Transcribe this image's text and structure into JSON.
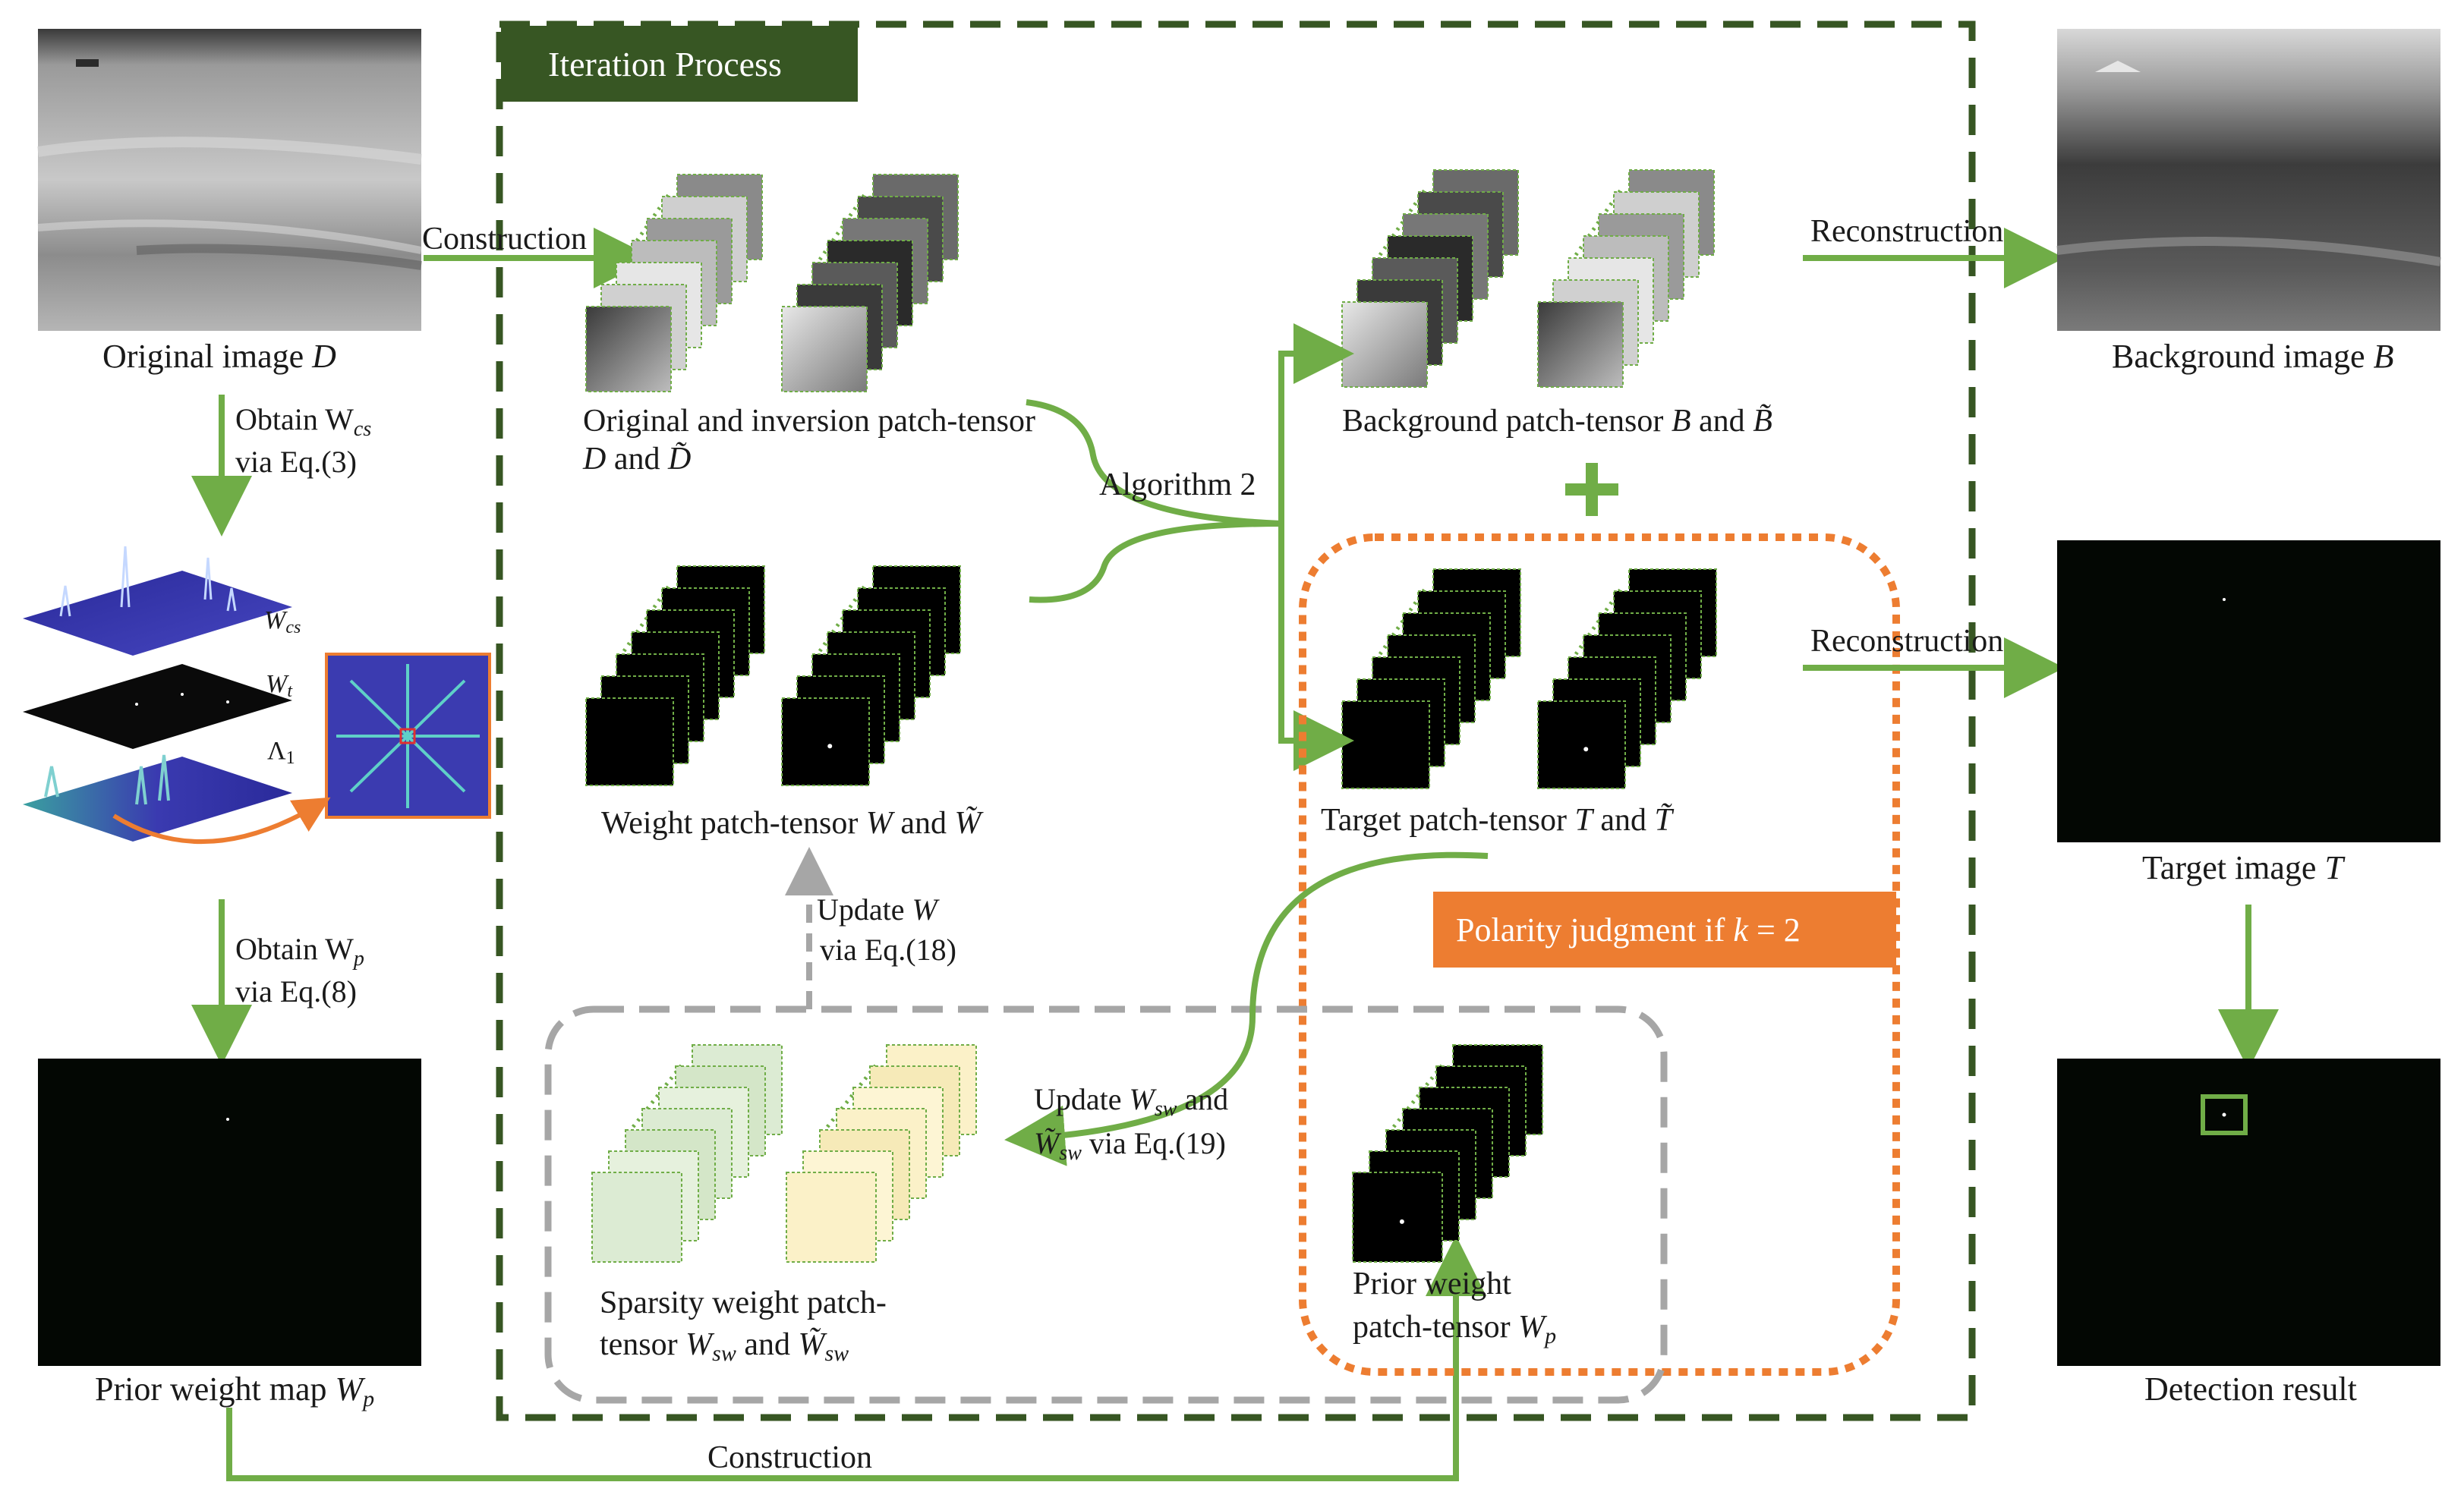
{
  "colors": {
    "green_arrow": "#70ad47",
    "frame_dark_green": "#375623",
    "gray_dashed": "#a6a6a6",
    "orange": "#ed7d31",
    "surface_blue": "#3b3bb0"
  },
  "iteration": {
    "title": "Iteration Process"
  },
  "left": {
    "original_label": "Original image ",
    "original_sym": "D",
    "obtain_wcs": "Obtain W",
    "obtain_wcs_sub": "cs",
    "via_eq3": "via Eq.(3)",
    "surface_wcs": "W",
    "surface_wcs_sub": "cs",
    "surface_wt": "W",
    "surface_wt_sub": "t",
    "surface_lambda": "Λ",
    "surface_lambda_sub": "1",
    "obtain_wp": "Obtain W",
    "obtain_wp_sub": "p",
    "via_eq8": "via Eq.(8)",
    "prior_map_label": "Prior weight map ",
    "prior_map_sym": "W",
    "prior_map_sub": "p"
  },
  "arrows": {
    "construction_top": "Construction",
    "construction_bottom": "Construction",
    "algorithm2": "Algorithm 2",
    "reconstruction_top": "Reconstruction",
    "reconstruction_mid": "Reconstruction",
    "update_w_line1": "Update ",
    "update_w_sym": "W",
    "update_w_line2": "via Eq.(18)",
    "update_wsw_line1a": "Update ",
    "update_wsw_sym": "W",
    "update_wsw_sub": "sw",
    "update_wsw_line1b": " and",
    "update_wsw_line2_sym": "W̃",
    "update_wsw_line2_sub": "sw",
    "update_wsw_line2": " via Eq.(19)"
  },
  "tensors": {
    "original_line1": "Original and inversion patch-tensor",
    "original_line2_a": "D",
    "original_line2_b": " and ",
    "original_line2_c": "D̃",
    "weight_a": "Weight patch-tensor ",
    "weight_sym": "W",
    "weight_and": " and ",
    "weight_sym2": "W̃",
    "background_a": "Background patch-tensor ",
    "background_sym": "B",
    "background_and": " and ",
    "background_sym2": "B̃",
    "target_a": "Target patch-tensor ",
    "target_sym": "T",
    "target_and": " and ",
    "target_sym2": "T̃",
    "sparsity_line1": "Sparsity weight patch-",
    "sparsity_line2_a": "tensor ",
    "sparsity_sym": "W",
    "sparsity_sub": "sw",
    "sparsity_and": " and ",
    "sparsity_sym2": "W̃",
    "sparsity_sub2": "sw",
    "prior_line1": "Prior weight",
    "prior_line2_a": "patch-tensor ",
    "prior_sym": "W",
    "prior_sub": "p",
    "polarity_a": "Polarity judgment if ",
    "polarity_k": "k",
    "polarity_b": " = 2"
  },
  "right": {
    "background_label": "Background image ",
    "background_sym": "B",
    "target_label": "Target image ",
    "target_sym": "T",
    "detection_label": "Detection result"
  }
}
